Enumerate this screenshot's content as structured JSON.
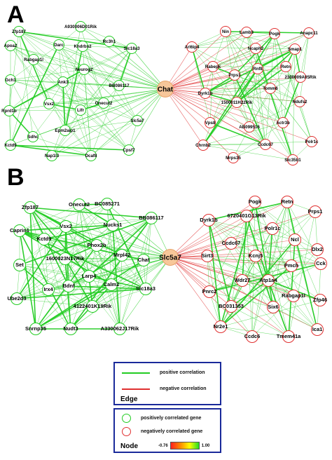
{
  "panels": {
    "a_label": "A",
    "b_label": "B"
  },
  "colors": {
    "positive": "#22cc22",
    "negative": "#e03030",
    "hub_fill": "#f7c79a",
    "legend_border": "#1a2a9a"
  },
  "network_a": {
    "hub": "Chat",
    "positive_nodes": [
      "Zfp187",
      "A930006D01Rik",
      "Apoa2",
      "Darc",
      "Khdrbs2",
      "Rc3h1",
      "Rabgap1l",
      "Neurog2",
      "Slc18a3",
      "Gch1",
      "Ank3",
      "BB086117",
      "Vsx2",
      "Lifr",
      "Onecut2",
      "Rprd1b",
      "Epm2aip1",
      "Slc5a7",
      "Sdhc",
      "Kctd9",
      "Nap1l3",
      "Dcaf8",
      "Cpsf7"
    ],
    "negative_nodes": [
      "Nin",
      "Lamb3",
      "Pogk",
      "Anapc11",
      "Arl6ip4",
      "Ncaph2",
      "Smap1",
      "Rabepk",
      "Rnf8",
      "Retn",
      "Prps1",
      "2300009A05Rik",
      "Tomm6",
      "Dyrk1b",
      "1500011H22Rik",
      "Ndufs2",
      "Vps8",
      "Actr3b",
      "AB099516",
      "Polr1c",
      "Chrnb2",
      "Ccdc67",
      "Mrps35",
      "Slc35b1"
    ]
  },
  "network_b": {
    "hub": "Slc5a7",
    "positive_nodes": [
      "Zfp187",
      "Onecut2",
      "BC085271",
      "Caprin1",
      "Vsx2",
      "Nucks1",
      "BB086117",
      "Kctd9",
      "Phox2b",
      "1600023N17Rik",
      "Mrpl42",
      "Chat",
      "Set",
      "Larp4",
      "Irx4",
      "Bdnf",
      "Calm2",
      "Slc18a3",
      "Ube2d3",
      "4122401K19Rik",
      "Snrnp35",
      "Nudt3",
      "A330062J17Rik"
    ],
    "negative_nodes": [
      "Pogk",
      "Retn",
      "Prps1",
      "Dyrk1b",
      "6720401G13Rik",
      "Polr1c",
      "Ccdc67",
      "Ncl",
      "Dlx2",
      "Sirt3",
      "Kcnj5",
      "Pmch",
      "Cck",
      "Pnrc2",
      "Wdr27",
      "Atp1a4",
      "Rabgap1l",
      "BC031353",
      "Six6",
      "Zfp46",
      "Nr2e1",
      "Ccdc6",
      "Tmem41a",
      "Ica1"
    ]
  },
  "legend": {
    "edge": {
      "positive": "positive correlation",
      "negative": "negative correlation",
      "title": "Edge"
    },
    "node": {
      "positive": "positively correlated gene",
      "negative": "negatively correlated gene",
      "title": "Node",
      "scale_min": "-0.76",
      "scale_max": "1.00"
    }
  }
}
